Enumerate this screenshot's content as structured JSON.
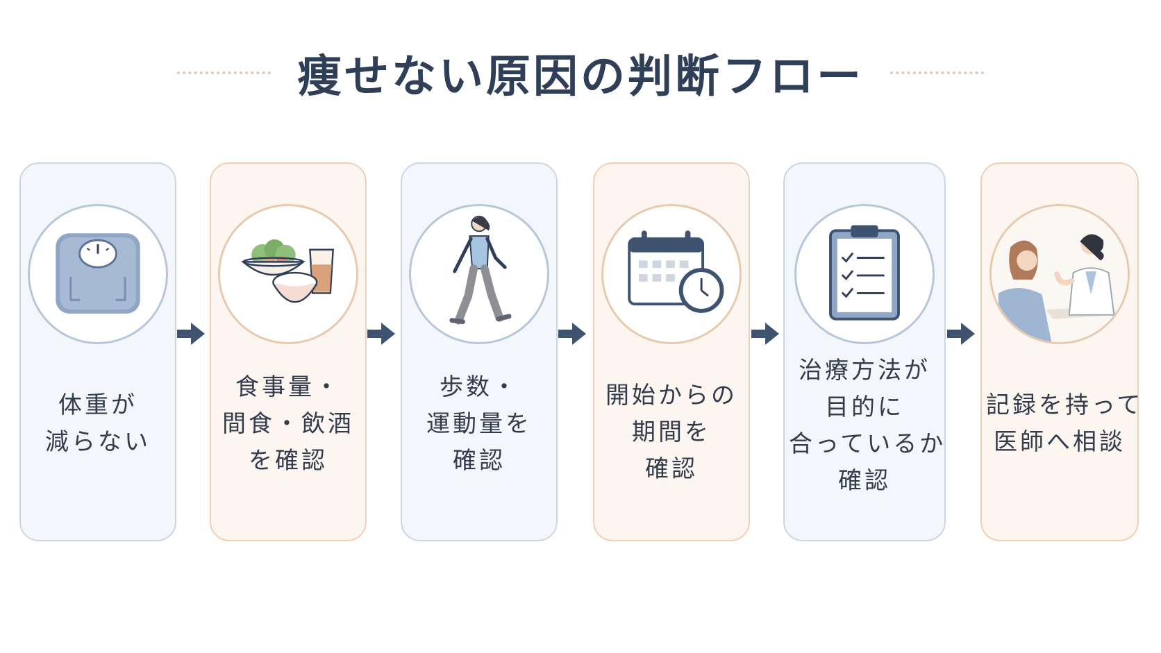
{
  "title": "痩せない原因の判断フロー",
  "steps": [
    {
      "lines": [
        "体重が",
        "減らない"
      ]
    },
    {
      "lines": [
        "食事量・",
        "間食・飲酒",
        "を確認"
      ]
    },
    {
      "lines": [
        "歩数・",
        "運動量を",
        "確認"
      ]
    },
    {
      "lines": [
        "開始からの",
        "期間を",
        "確認"
      ]
    },
    {
      "lines": [
        "治療方法が",
        "目的に",
        "合っているか",
        "確認"
      ]
    },
    {
      "lines": [
        "記録を持って",
        "医師へ相談"
      ]
    }
  ],
  "icons": [
    "bathroom-scale-icon",
    "meal-icon",
    "walking-person-icon",
    "calendar-clock-icon",
    "clipboard-checklist-icon",
    "doctor-consultation-icon"
  ],
  "colors": {
    "title": "#2f3f57",
    "arrow": "#3e5370",
    "blue_card_border": "#c9d6e5",
    "blue_card_bg": "#f3f7fb",
    "orange_card_border": "#f0cfb6",
    "orange_card_bg": "#fdf6f0"
  }
}
